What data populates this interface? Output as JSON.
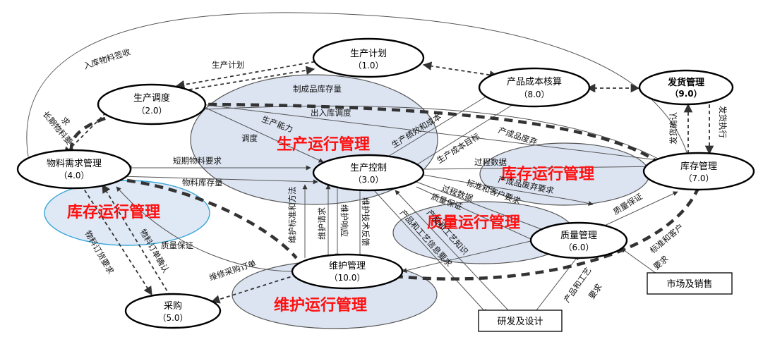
{
  "nodes": {
    "plan": {
      "name": "生产计划",
      "code": "（1.0）"
    },
    "dispatch": {
      "name": "生产调度",
      "code": "（2.0）"
    },
    "control": {
      "name": "生产控制",
      "code": "（3.0）"
    },
    "mrp": {
      "name": "物料需求管理",
      "code": "（4.0）"
    },
    "purchase": {
      "name": "采购",
      "code": "（5.0）"
    },
    "quality": {
      "name": "质量管理",
      "code": "（6.0）"
    },
    "stock": {
      "name": "库存管理",
      "code": "（7.0）"
    },
    "cost": {
      "name": "产品成本核算",
      "code": "（8.0）"
    },
    "ship": {
      "name": "发货管理",
      "code": "（9.0）"
    },
    "maint": {
      "name": "维护管理",
      "code": "（10.0）"
    }
  },
  "externals": {
    "market": "市场及销售",
    "rnd": "研发及设计"
  },
  "zones": {
    "production": "生产运行管理",
    "inventory_right": "库存运行管理",
    "inventory_left": "库存运行管理",
    "quality": "质量运行管理",
    "maintenance": "维护运行管理"
  },
  "edges": {
    "inbound_sign": "入库物料签收",
    "prod_plan": "生产计划",
    "finished_stock": "制成品库存量",
    "inout_dispatch": "出入库调度",
    "capacity": "生产能力",
    "dispatch": "调度",
    "long_req_a": "长期物料要",
    "long_req_b": "求",
    "short_req": "短期物料要求",
    "mat_stock": "物料库存量",
    "perf_cost": "生产绩效和成本",
    "cost_target": "生产成本目标",
    "product_waste": "产成品废弃",
    "process_data": "过程数据",
    "waste_req": "产成品废弃要求",
    "std_customer": "标准和客户要求",
    "process_data2": "过程数据",
    "quality_assure": "质量保证",
    "quality_assure2": "质量保证",
    "quality_assure3": "质量保证",
    "product_tech": "产品和工艺知识",
    "product_tech_info": "产品和工艺信息要求",
    "product_tech_req_a": "产品和工艺",
    "product_tech_req_b": "要求",
    "std_customer_req_a": "标准和客户",
    "std_customer_req_b": "要求",
    "maint_method": "维护标准和方法",
    "maint_request": "维护请求",
    "maint_response": "维护响应",
    "maint_feedback": "维护技术反馈",
    "repair_order": "维修采购订单",
    "order_confirm": "物料订单确认",
    "order_req": "物料订货要求",
    "ship_confirm": "发货确认",
    "ship_exec": "发货执行"
  }
}
